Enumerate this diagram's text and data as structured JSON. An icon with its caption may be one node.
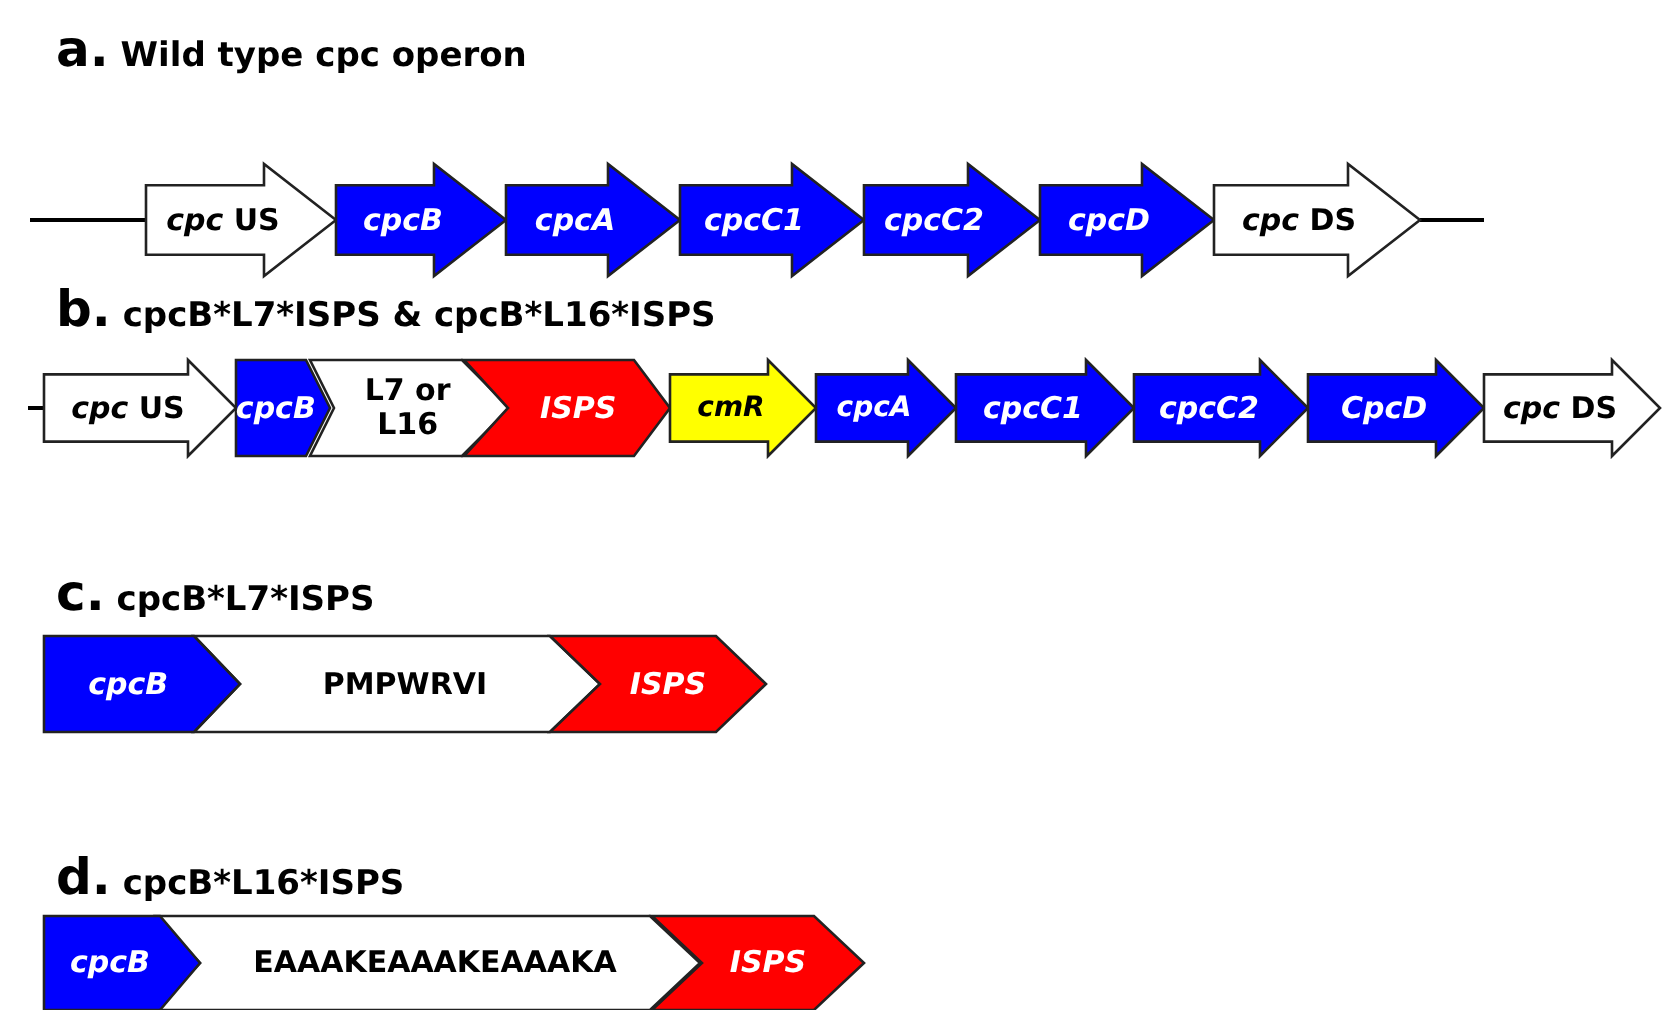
{
  "diagram": {
    "nodes": [
      {
        "text": [
          "*cpc* US"
        ]
      },
      {
        "text": [
          "cpcB"
        ]
      },
      {
        "text": [
          "cpcA"
        ]
      },
      {
        "text": [
          "cpcC1"
        ]
      },
      {
        "text": [
          "cpcC2"
        ]
      },
      {
        "text": [
          "cpcD"
        ]
      },
      {
        "text": [
          "*cpc* DS"
        ]
      },
      {
        "text": [
          "*cpc* US"
        ]
      },
      {
        "text": [
          "cpcB"
        ]
      },
      {
        "text": [
          "L7 or L16"
        ]
      },
      {
        "text": [
          "ISPS"
        ]
      },
      {
        "text": [
          "cmR"
        ]
      },
      {
        "text": [
          "cpcA"
        ]
      },
      {
        "text": [
          "cpcC1"
        ]
      },
      {
        "text": [
          "cpcC2"
        ]
      },
      {
        "text": [
          "CpcD"
        ]
      },
      {
        "text": [
          "*cpc* DS"
        ]
      },
      {
        "text": [
          "cpcB"
        ]
      },
      {
        "text": [
          "PMPWRVI"
        ]
      },
      {
        "text": [
          "ISPS"
        ]
      },
      {
        "text": [
          "cpcB"
        ]
      },
      {
        "text": [
          "EAAAKEAAAKEAAAKA"
        ]
      },
      {
        "text": [
          "ISPS"
        ]
      }
    ],
    "edges": [],
    "labels": [
      "a. Wild type cpc operon",
      "b. cpcB*L7*ISPS & cpcB*L16*ISPS",
      "c. cpcB*L7*ISPS",
      "d. cpcB*L16*ISPS"
    ]
  }
}
